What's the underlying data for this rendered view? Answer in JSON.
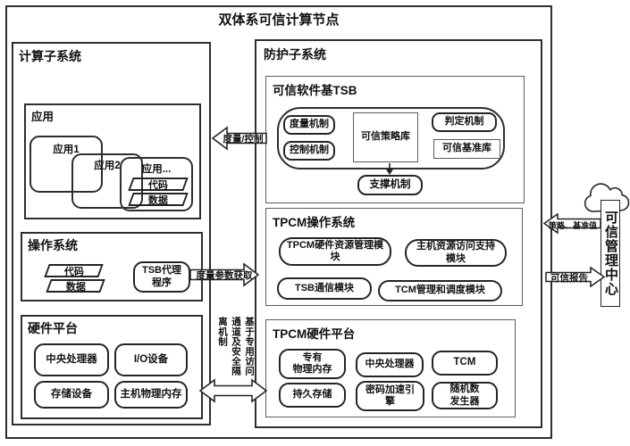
{
  "title": "双体系可信计算节点",
  "colors": {
    "ink": "#1a1a1a",
    "background": "#ffffff"
  },
  "computing": {
    "label": "计算子系统",
    "apps": {
      "label": "应用",
      "app1": "应用1",
      "app2": "应用2",
      "app_more": "应用...",
      "code": "代码",
      "data": "数据"
    },
    "os": {
      "label": "操作系统",
      "code": "代码",
      "data": "数据",
      "tsb_agent": [
        "TSB代理",
        "程序"
      ]
    },
    "hw": {
      "label": "硬件平台",
      "cpu": "中央处理器",
      "io": "I/O设备",
      "storage": "存储设备",
      "host_mem": "主机物理内存"
    }
  },
  "protection": {
    "label": "防护子系统",
    "tsb": {
      "label": "可信软件基TSB",
      "measure": "度量机制",
      "control": "控制机制",
      "policy": "可信策略库",
      "judge": "判定机制",
      "baseline": "可信基准库",
      "support": "支撑机制"
    },
    "tpcm_os": {
      "label": "TPCM操作系统",
      "hw_res": "TPCM硬件资源管理模块",
      "host_res": "主机资源访问支持模块",
      "tsb_comm": "TSB通信模块",
      "tcm_mgmt": "TCM管理和调度模块"
    },
    "tpcm_hw": {
      "label": "TPCM硬件平台",
      "ded_mem": [
        "专有",
        "物理内存"
      ],
      "cpu": "中央处理器",
      "tcm": "TCM",
      "persist": "持久存储",
      "crypto": [
        "密码加速引",
        "擎"
      ],
      "rng": [
        "随机数",
        "发生器"
      ]
    }
  },
  "links": {
    "measure_control": "度量/控制",
    "param_fetch": "度量参数获取",
    "channel_note": "基于专用访问通道及安全隔离机制",
    "policy_baseline": "策略、基准值",
    "trust_report": "可信报告"
  },
  "center": {
    "label": "可信管理中心"
  }
}
